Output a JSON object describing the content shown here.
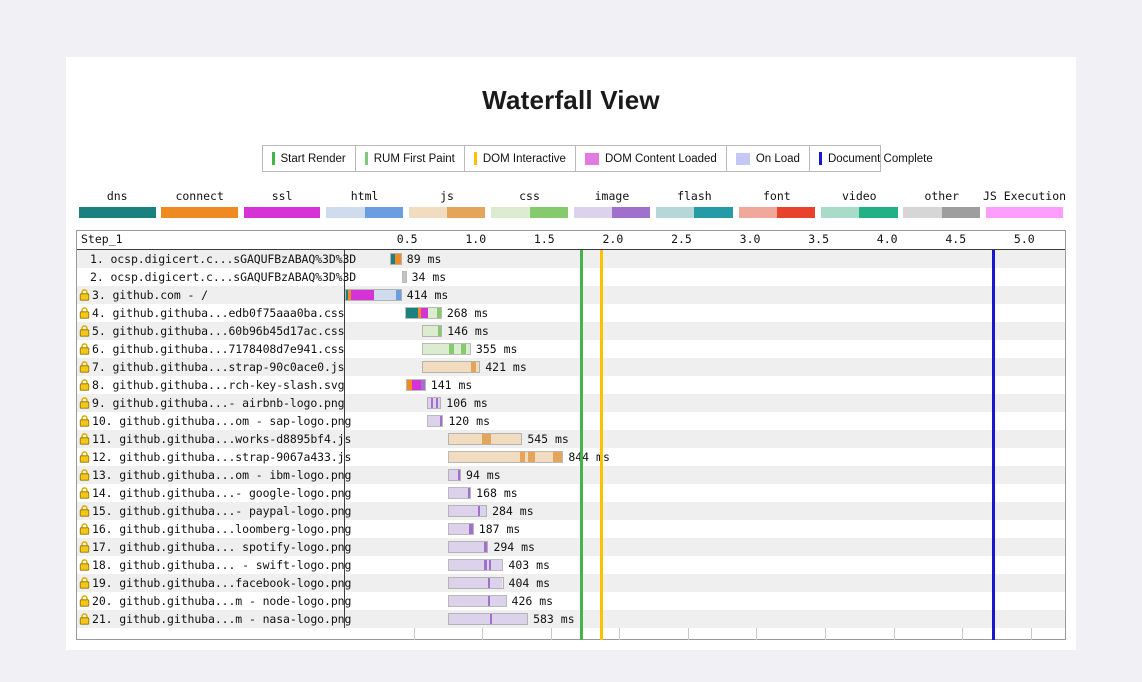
{
  "page": {
    "title": "Waterfall View"
  },
  "milestone_legend": [
    {
      "label": "Start Render",
      "shape": "line",
      "color": "#44b54a"
    },
    {
      "label": "RUM First Paint",
      "shape": "line",
      "color": "#7fc97f"
    },
    {
      "label": "DOM Interactive",
      "shape": "line",
      "color": "#ffc000"
    },
    {
      "label": "DOM Content Loaded",
      "shape": "square",
      "color": "#e27ae2"
    },
    {
      "label": "On Load",
      "shape": "square",
      "color": "#c3c8f7"
    },
    {
      "label": "Document Complete",
      "shape": "line",
      "color": "#1717cf"
    }
  ],
  "mime_legend": [
    {
      "label": "dns",
      "colors": [
        "#1a8080",
        "#1a8080"
      ]
    },
    {
      "label": "connect",
      "colors": [
        "#ef8a22",
        "#ef8a22"
      ]
    },
    {
      "label": "ssl",
      "colors": [
        "#d633d6",
        "#d633d6"
      ]
    },
    {
      "label": "html",
      "colors": [
        "#cfdced",
        "#6a9ee0"
      ]
    },
    {
      "label": "js",
      "colors": [
        "#f2dcc0",
        "#e4a45a"
      ]
    },
    {
      "label": "css",
      "colors": [
        "#dcecd0",
        "#85cb6e"
      ]
    },
    {
      "label": "image",
      "colors": [
        "#ddd2ec",
        "#a070cc"
      ]
    },
    {
      "label": "flash",
      "colors": [
        "#b5d7d7",
        "#259ba5"
      ]
    },
    {
      "label": "font",
      "colors": [
        "#f0a89b",
        "#e8412c"
      ]
    },
    {
      "label": "video",
      "colors": [
        "#a9dcc8",
        "#21b184"
      ]
    },
    {
      "label": "other",
      "colors": [
        "#d6d6d6",
        "#9e9e9e"
      ]
    },
    {
      "label": "JS Execution",
      "colors": [
        "#ff9cff",
        "#ff9cff"
      ]
    }
  ],
  "chart_data": {
    "type": "waterfall",
    "title": "Waterfall View",
    "step_label": "Step_1",
    "xlabel": "",
    "ylabel": "",
    "xlim": [
      0,
      5.25
    ],
    "x_tick_labels": [
      "0.5",
      "1.0",
      "1.5",
      "2.0",
      "2.5",
      "3.0",
      "3.5",
      "4.0",
      "4.5",
      "5.0"
    ],
    "x_ticks": [
      0.5,
      1.0,
      1.5,
      2.0,
      2.5,
      3.0,
      3.5,
      4.0,
      4.5,
      5.0
    ],
    "grid": true,
    "legend_position": "top",
    "markers": [
      {
        "name": "Start Render",
        "time": 1.715,
        "color": "#44b54a"
      },
      {
        "name": "DOM Interactive",
        "time": 1.858,
        "color": "#ffc000"
      },
      {
        "name": "Document Complete",
        "time": 4.716,
        "color": "#1717cf"
      }
    ],
    "rows": [
      {
        "index": "1.",
        "url": "ocsp.digicert.c...sGAQUFBzABAQ%3D%3D",
        "secure": false,
        "start": 0.325,
        "duration": 0.089,
        "time_label": "89 ms",
        "segments": [
          {
            "type": "dns",
            "frac": 0.42
          },
          {
            "type": "connect",
            "frac": 0.58
          }
        ]
      },
      {
        "index": "2.",
        "url": "ocsp.digicert.c...sGAQUFBzABAQ%3D%3D",
        "secure": false,
        "start": 0.415,
        "duration": 0.034,
        "time_label": "34 ms",
        "segments": [
          {
            "type": "other",
            "frac": 1.0
          }
        ]
      },
      {
        "index": "3.",
        "url": "github.com - /",
        "secure": true,
        "start": 0.0,
        "duration": 0.414,
        "time_label": "414 ms",
        "segments": [
          {
            "type": "dns",
            "frac": 0.04
          },
          {
            "type": "connect",
            "frac": 0.06
          },
          {
            "type": "ssl",
            "frac": 0.42
          },
          {
            "type": "html-wait",
            "frac": 0.4
          },
          {
            "type": "html",
            "frac": 0.08
          }
        ]
      },
      {
        "index": "4.",
        "url": "github.githuba...edb0f75aaa0ba.css",
        "secure": true,
        "start": 0.438,
        "duration": 0.268,
        "time_label": "268 ms",
        "segments": [
          {
            "type": "dns",
            "frac": 0.33
          },
          {
            "type": "connect",
            "frac": 0.1
          },
          {
            "type": "ssl",
            "frac": 0.21
          },
          {
            "type": "css-wait",
            "frac": 0.24
          },
          {
            "type": "css",
            "frac": 0.12
          }
        ]
      },
      {
        "index": "5.",
        "url": "github.githuba...60b96b45d17ac.css",
        "secure": true,
        "start": 0.563,
        "duration": 0.146,
        "time_label": "146 ms",
        "segments": [
          {
            "type": "css-wait",
            "frac": 0.82
          },
          {
            "type": "css",
            "frac": 0.18
          }
        ]
      },
      {
        "index": "6.",
        "url": "github.githuba...7178408d7e941.css",
        "secure": true,
        "start": 0.563,
        "duration": 0.355,
        "time_label": "355 ms",
        "segments": [
          {
            "type": "css-wait",
            "frac": 0.55
          },
          {
            "type": "css",
            "frac": 0.12
          },
          {
            "type": "css-wait",
            "frac": 0.13
          },
          {
            "type": "css",
            "frac": 0.11
          },
          {
            "type": "css-wait",
            "frac": 0.09
          }
        ]
      },
      {
        "index": "7.",
        "url": "github.githuba...strap-90c0ace0.js",
        "secure": true,
        "start": 0.565,
        "duration": 0.421,
        "time_label": "421 ms",
        "segments": [
          {
            "type": "js-wait",
            "frac": 0.86
          },
          {
            "type": "js",
            "frac": 0.09
          },
          {
            "type": "js-wait",
            "frac": 0.05
          }
        ]
      },
      {
        "index": "8.",
        "url": "github.githuba...rch-key-slash.svg",
        "secure": true,
        "start": 0.448,
        "duration": 0.141,
        "time_label": "141 ms",
        "segments": [
          {
            "type": "connect",
            "frac": 0.28
          },
          {
            "type": "ssl",
            "frac": 0.52
          },
          {
            "type": "image",
            "frac": 0.2
          }
        ]
      },
      {
        "index": "9.",
        "url": "github.githuba...- airbnb-logo.png",
        "secure": true,
        "start": 0.596,
        "duration": 0.106,
        "time_label": "106 ms",
        "segments": [
          {
            "type": "image-wait",
            "frac": 0.3
          },
          {
            "type": "image",
            "frac": 0.16
          },
          {
            "type": "image-wait",
            "frac": 0.22
          },
          {
            "type": "image",
            "frac": 0.14
          },
          {
            "type": "image-wait",
            "frac": 0.18
          }
        ]
      },
      {
        "index": "10.",
        "url": "github.githuba...om - sap-logo.png",
        "secure": true,
        "start": 0.598,
        "duration": 0.12,
        "time_label": "120 ms",
        "segments": [
          {
            "type": "image-wait",
            "frac": 0.85
          },
          {
            "type": "image",
            "frac": 0.15
          }
        ]
      },
      {
        "index": "11.",
        "url": "github.githuba...works-d8895bf4.js",
        "secure": true,
        "start": 0.748,
        "duration": 0.545,
        "time_label": "545 ms",
        "segments": [
          {
            "type": "js-wait",
            "frac": 0.46
          },
          {
            "type": "js",
            "frac": 0.13
          },
          {
            "type": "js-wait",
            "frac": 0.41
          }
        ]
      },
      {
        "index": "12.",
        "url": "github.githuba...strap-9067a433.js",
        "secure": true,
        "start": 0.748,
        "duration": 0.844,
        "time_label": "844 ms",
        "segments": [
          {
            "type": "js-wait",
            "frac": 0.63
          },
          {
            "type": "js",
            "frac": 0.04
          },
          {
            "type": "js-wait",
            "frac": 0.03
          },
          {
            "type": "js",
            "frac": 0.06
          },
          {
            "type": "js-wait",
            "frac": 0.16
          },
          {
            "type": "js",
            "frac": 0.08
          }
        ]
      },
      {
        "index": "13.",
        "url": "github.githuba...om - ibm-logo.png",
        "secure": true,
        "start": 0.752,
        "duration": 0.094,
        "time_label": "94 ms",
        "segments": [
          {
            "type": "image-wait",
            "frac": 0.82
          },
          {
            "type": "image",
            "frac": 0.18
          }
        ]
      },
      {
        "index": "14.",
        "url": "github.githuba...- google-logo.png",
        "secure": true,
        "start": 0.752,
        "duration": 0.168,
        "time_label": "168 ms",
        "segments": [
          {
            "type": "image-wait",
            "frac": 0.9
          },
          {
            "type": "image",
            "frac": 0.1
          }
        ]
      },
      {
        "index": "15.",
        "url": "github.githuba...- paypal-logo.png",
        "secure": true,
        "start": 0.752,
        "duration": 0.284,
        "time_label": "284 ms",
        "segments": [
          {
            "type": "image-wait",
            "frac": 0.77
          },
          {
            "type": "image",
            "frac": 0.07
          },
          {
            "type": "image-wait",
            "frac": 0.16
          }
        ]
      },
      {
        "index": "16.",
        "url": "github.githuba...loomberg-logo.png",
        "secure": true,
        "start": 0.752,
        "duration": 0.187,
        "time_label": "187 ms",
        "segments": [
          {
            "type": "image-wait",
            "frac": 0.86
          },
          {
            "type": "image",
            "frac": 0.14
          }
        ]
      },
      {
        "index": "17.",
        "url": "github.githuba... spotify-logo.png",
        "secure": true,
        "start": 0.752,
        "duration": 0.294,
        "time_label": "294 ms",
        "segments": [
          {
            "type": "image-wait",
            "frac": 0.92
          },
          {
            "type": "image",
            "frac": 0.08
          }
        ]
      },
      {
        "index": "18.",
        "url": "github.githuba... - swift-logo.png",
        "secure": true,
        "start": 0.752,
        "duration": 0.403,
        "time_label": "403 ms",
        "segments": [
          {
            "type": "image-wait",
            "frac": 0.66
          },
          {
            "type": "image",
            "frac": 0.05
          },
          {
            "type": "image-wait",
            "frac": 0.03
          },
          {
            "type": "image",
            "frac": 0.05
          },
          {
            "type": "image-wait",
            "frac": 0.21
          }
        ]
      },
      {
        "index": "19.",
        "url": "github.githuba...facebook-logo.png",
        "secure": true,
        "start": 0.752,
        "duration": 0.404,
        "time_label": "404 ms",
        "segments": [
          {
            "type": "image-wait",
            "frac": 0.72
          },
          {
            "type": "image",
            "frac": 0.05
          },
          {
            "type": "image-wait",
            "frac": 0.23
          }
        ]
      },
      {
        "index": "20.",
        "url": "github.githuba...m - node-logo.png",
        "secure": true,
        "start": 0.752,
        "duration": 0.426,
        "time_label": "426 ms",
        "segments": [
          {
            "type": "image-wait",
            "frac": 0.69
          },
          {
            "type": "image",
            "frac": 0.04
          },
          {
            "type": "image-wait",
            "frac": 0.27
          }
        ]
      },
      {
        "index": "21.",
        "url": "github.githuba...m - nasa-logo.png",
        "secure": true,
        "start": 0.752,
        "duration": 0.583,
        "time_label": "583 ms",
        "segments": [
          {
            "type": "image-wait",
            "frac": 0.52
          },
          {
            "type": "image",
            "frac": 0.03
          },
          {
            "type": "image-wait",
            "frac": 0.45
          }
        ]
      }
    ]
  },
  "segment_colors": {
    "dns": "#1a8080",
    "connect": "#ef8a22",
    "ssl": "#d633d6",
    "html": "#6a9ee0",
    "html-wait": "#cfdced",
    "js": "#e4a45a",
    "js-wait": "#f2dcc0",
    "css": "#85cb6e",
    "css-wait": "#dcecd0",
    "image": "#a070cc",
    "image-wait": "#ddd2ec",
    "font": "#e8412c",
    "other": "#c4c4c4"
  }
}
